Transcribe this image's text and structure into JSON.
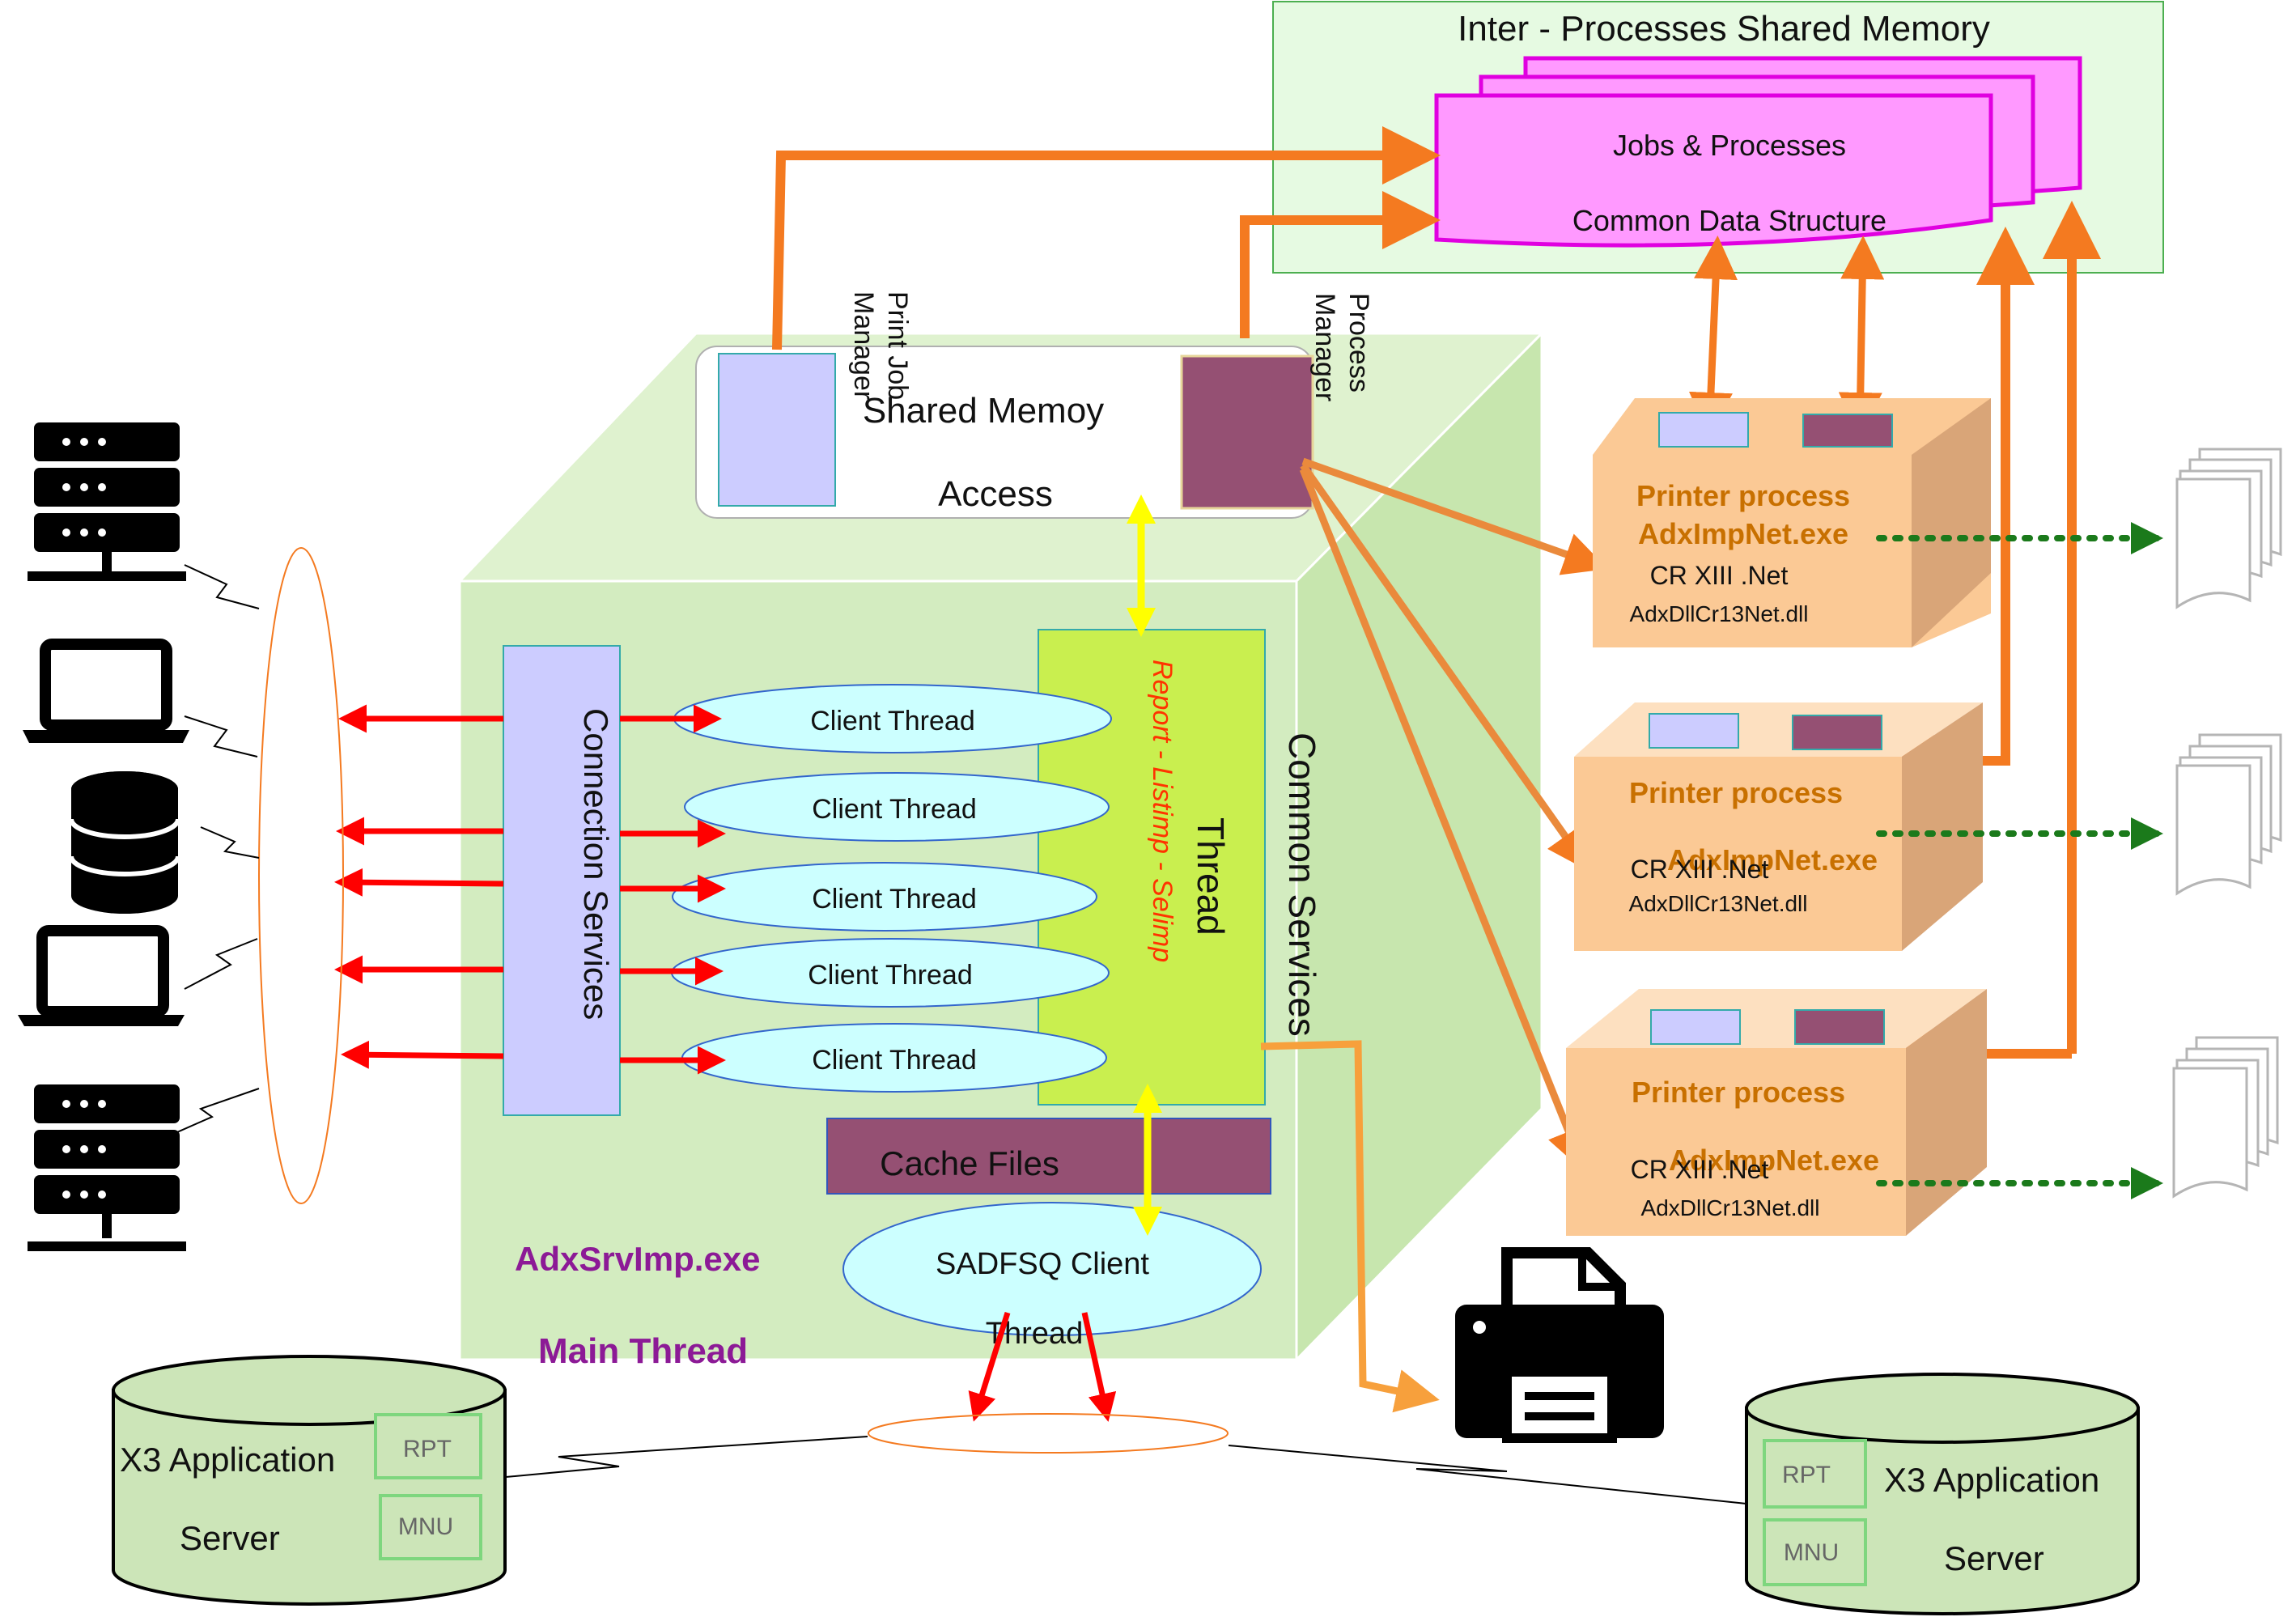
{
  "colors": {
    "cube_green": "#d3ecc0",
    "lavender": "#ccccff",
    "maroon": "#955073",
    "lime": "#c9ef4f",
    "cyan": "#ccffff",
    "printer_box": "#fbc995",
    "magenta": "#ff99ff",
    "shm_green": "#e6fae2",
    "db_green": "#cce5b8",
    "orange_arrow": "#f47a20",
    "red_arrow": "#ff0000",
    "yellow_arrow": "#ffff00",
    "dotted_green": "#1b7a1b",
    "purple_text": "#8c1a96"
  },
  "shared_memory_top": {
    "title": "Inter - Processes Shared Memory",
    "jobs_label": "Jobs & Processes",
    "common_label": "Common Data Structure"
  },
  "server_cube": {
    "shared_memory_line1": "Shared Memoy",
    "shared_memory_line2": "Access",
    "print_job_manager_line1": "Print Job",
    "print_job_manager_line2": "Manager",
    "process_manager_line1": "Process",
    "process_manager_line2": "Manager",
    "connection_services": "Connection Services",
    "client_threads": [
      "Client Thread",
      "Client Thread",
      "Client Thread",
      "Client Thread",
      "Client Thread"
    ],
    "thread_label": "Thread",
    "thread_sub_label": "Report - Listimp - Selimp",
    "common_services": "Common Services",
    "cache_files": "Cache Files",
    "sadfsq_line1": "SADFSQ  Client",
    "sadfsq_line2": "Thread",
    "exe_name": "AdxSrvImp.exe",
    "main_thread": "Main Thread"
  },
  "printer_processes": [
    {
      "title": "Printer process",
      "exe": "AdxImpNet.exe",
      "cr": "CR XIII .Net",
      "dll": "AdxDllCr13Net.dll"
    },
    {
      "title": "Printer process",
      "exe": "AdxImpNet.exe",
      "cr": "CR XIII .Net",
      "dll": "AdxDllCr13Net.dll"
    },
    {
      "title": "Printer process",
      "exe": "AdxImpNet.exe",
      "cr": "CR XIII .Net",
      "dll": "AdxDllCr13Net.dll"
    }
  ],
  "app_servers": [
    {
      "line1": "X3 Application",
      "line2": "Server",
      "rpt": "RPT",
      "mnu": "MNU"
    },
    {
      "line1": "X3 Application",
      "line2": "Server",
      "rpt": "RPT",
      "mnu": "MNU"
    }
  ],
  "left_icons": [
    "server-icon",
    "laptop-icon",
    "database-icon",
    "laptop-icon",
    "server-icon"
  ],
  "output_icons": [
    "documents-icon",
    "documents-icon",
    "documents-icon",
    "printer-icon"
  ]
}
